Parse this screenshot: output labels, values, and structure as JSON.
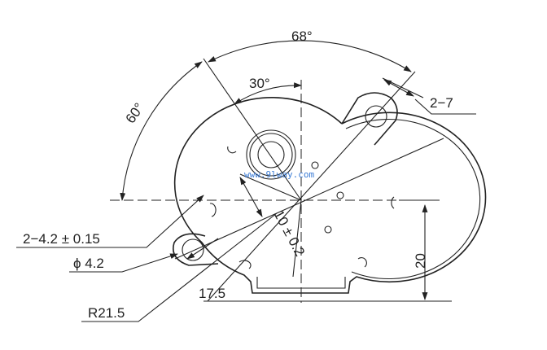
{
  "drawing": {
    "angle_top": "68°",
    "angle_inner": "30°",
    "angle_left": "60°",
    "slot": "2−7",
    "holes": "2−4.2 ± 0.15",
    "hole_dia": "ϕ 4.2",
    "radius": "R21.5",
    "offset": "17.5",
    "radial": "10 ± 0.2",
    "height": "20",
    "watermark": "www.9lway.com"
  }
}
